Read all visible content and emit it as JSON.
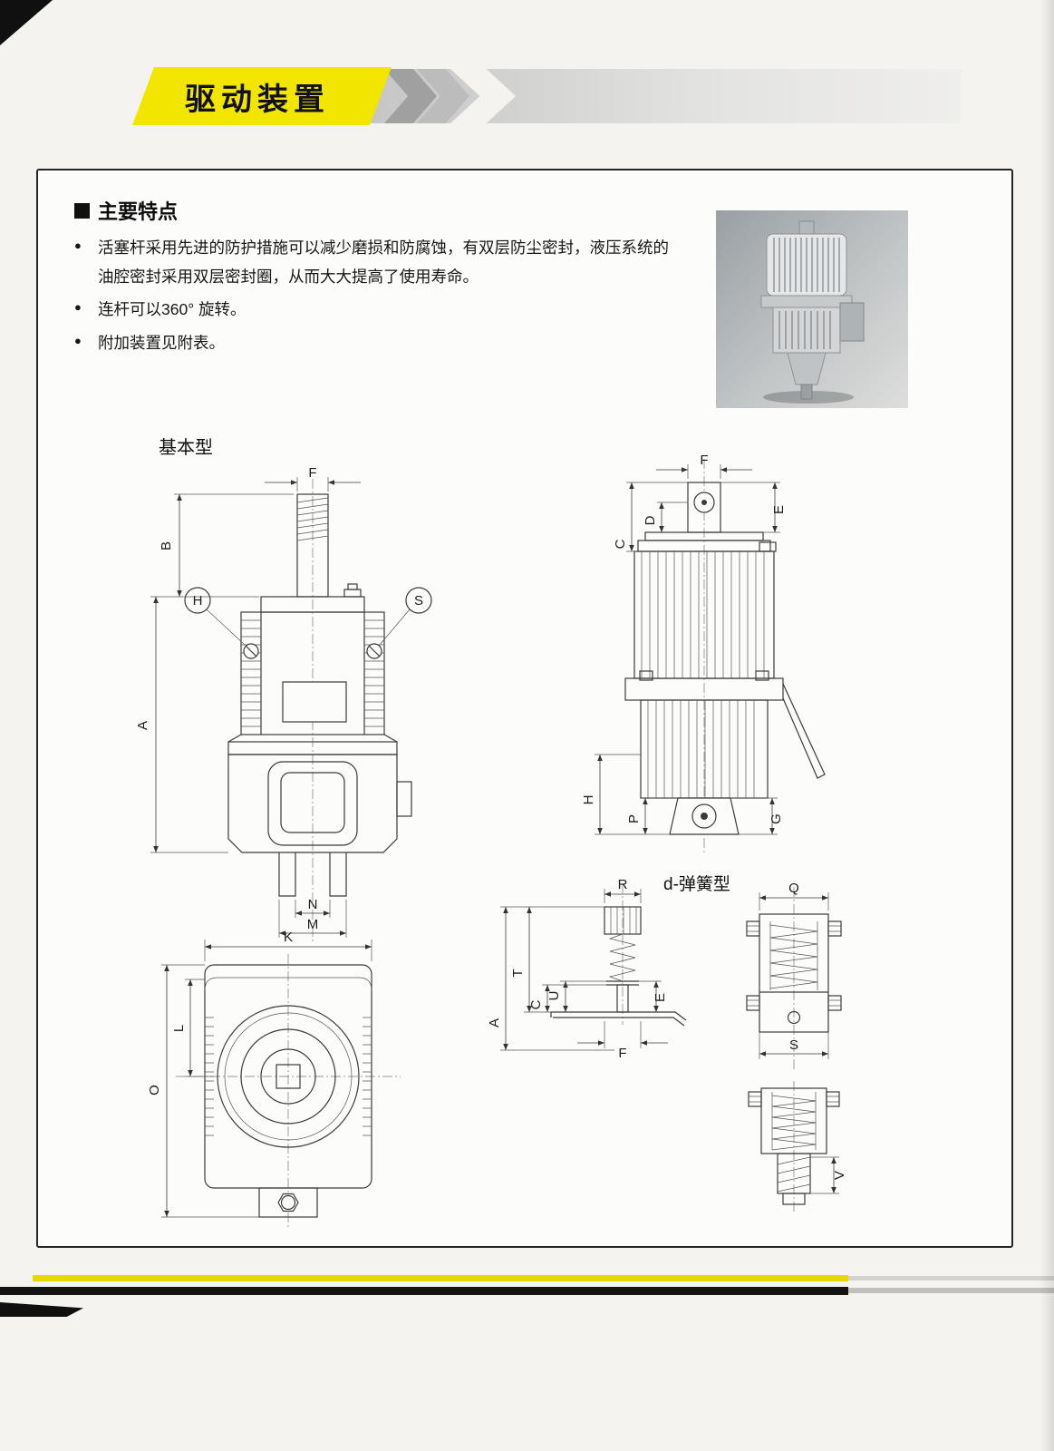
{
  "page": {
    "title": "驱动装置",
    "accent_yellow": "#f2e600"
  },
  "features": {
    "heading": "主要特点",
    "bullets": [
      "活塞杆采用先进的防护措施可以减少磨损和防腐蚀，有双层防尘密封，液压系统的油腔密封采用双层密封圈，从而大大提高了使用寿命。",
      "连杆可以360° 旋转。",
      "附加装置见附表。"
    ]
  },
  "drawings": {
    "basic_type_label": "基本型",
    "spring_type_label": "d-弹簧型",
    "dims": {
      "A": "A",
      "B": "B",
      "C": "C",
      "D": "D",
      "E": "E",
      "F": "F",
      "G": "G",
      "H": "H",
      "K": "K",
      "L": "L",
      "M": "M",
      "N": "N",
      "O": "O",
      "P": "P",
      "Q": "Q",
      "R": "R",
      "S": "S",
      "T": "T",
      "U": "U",
      "V": "V"
    }
  }
}
